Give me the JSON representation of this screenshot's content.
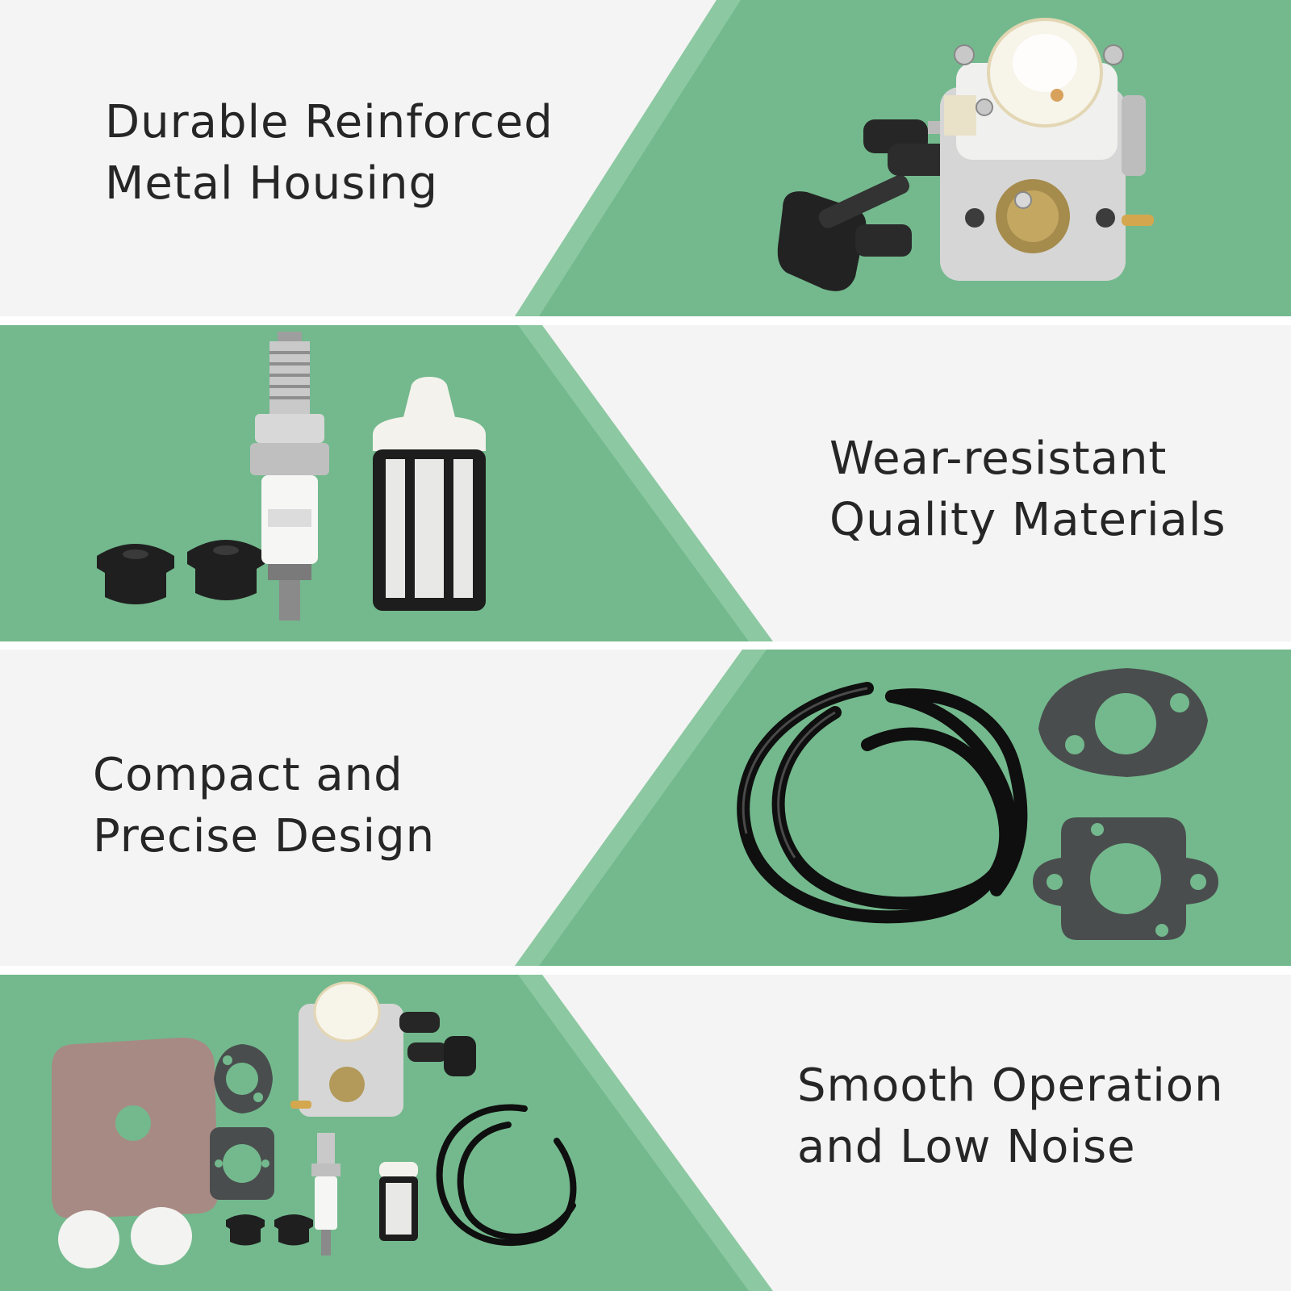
{
  "colors": {
    "light_panel": "#f4f4f4",
    "green": "#73b98d",
    "green_light": "#8cc8a1",
    "text": "#262626"
  },
  "panels": [
    {
      "line1": "Durable Reinforced",
      "line2": "Metal Housing",
      "image_icon": "carburetor-icon"
    },
    {
      "line1": "Wear-resistant",
      "line2": "Quality Materials",
      "image_icon": "spark-plug-and-fuel-filter-icon"
    },
    {
      "line1": "Compact and",
      "line2": "Precise Design",
      "image_icon": "fuel-line-and-gaskets-icon"
    },
    {
      "line1": "Smooth Operation",
      "line2": "and Low Noise",
      "image_icon": "carburetor-kit-icon"
    }
  ]
}
